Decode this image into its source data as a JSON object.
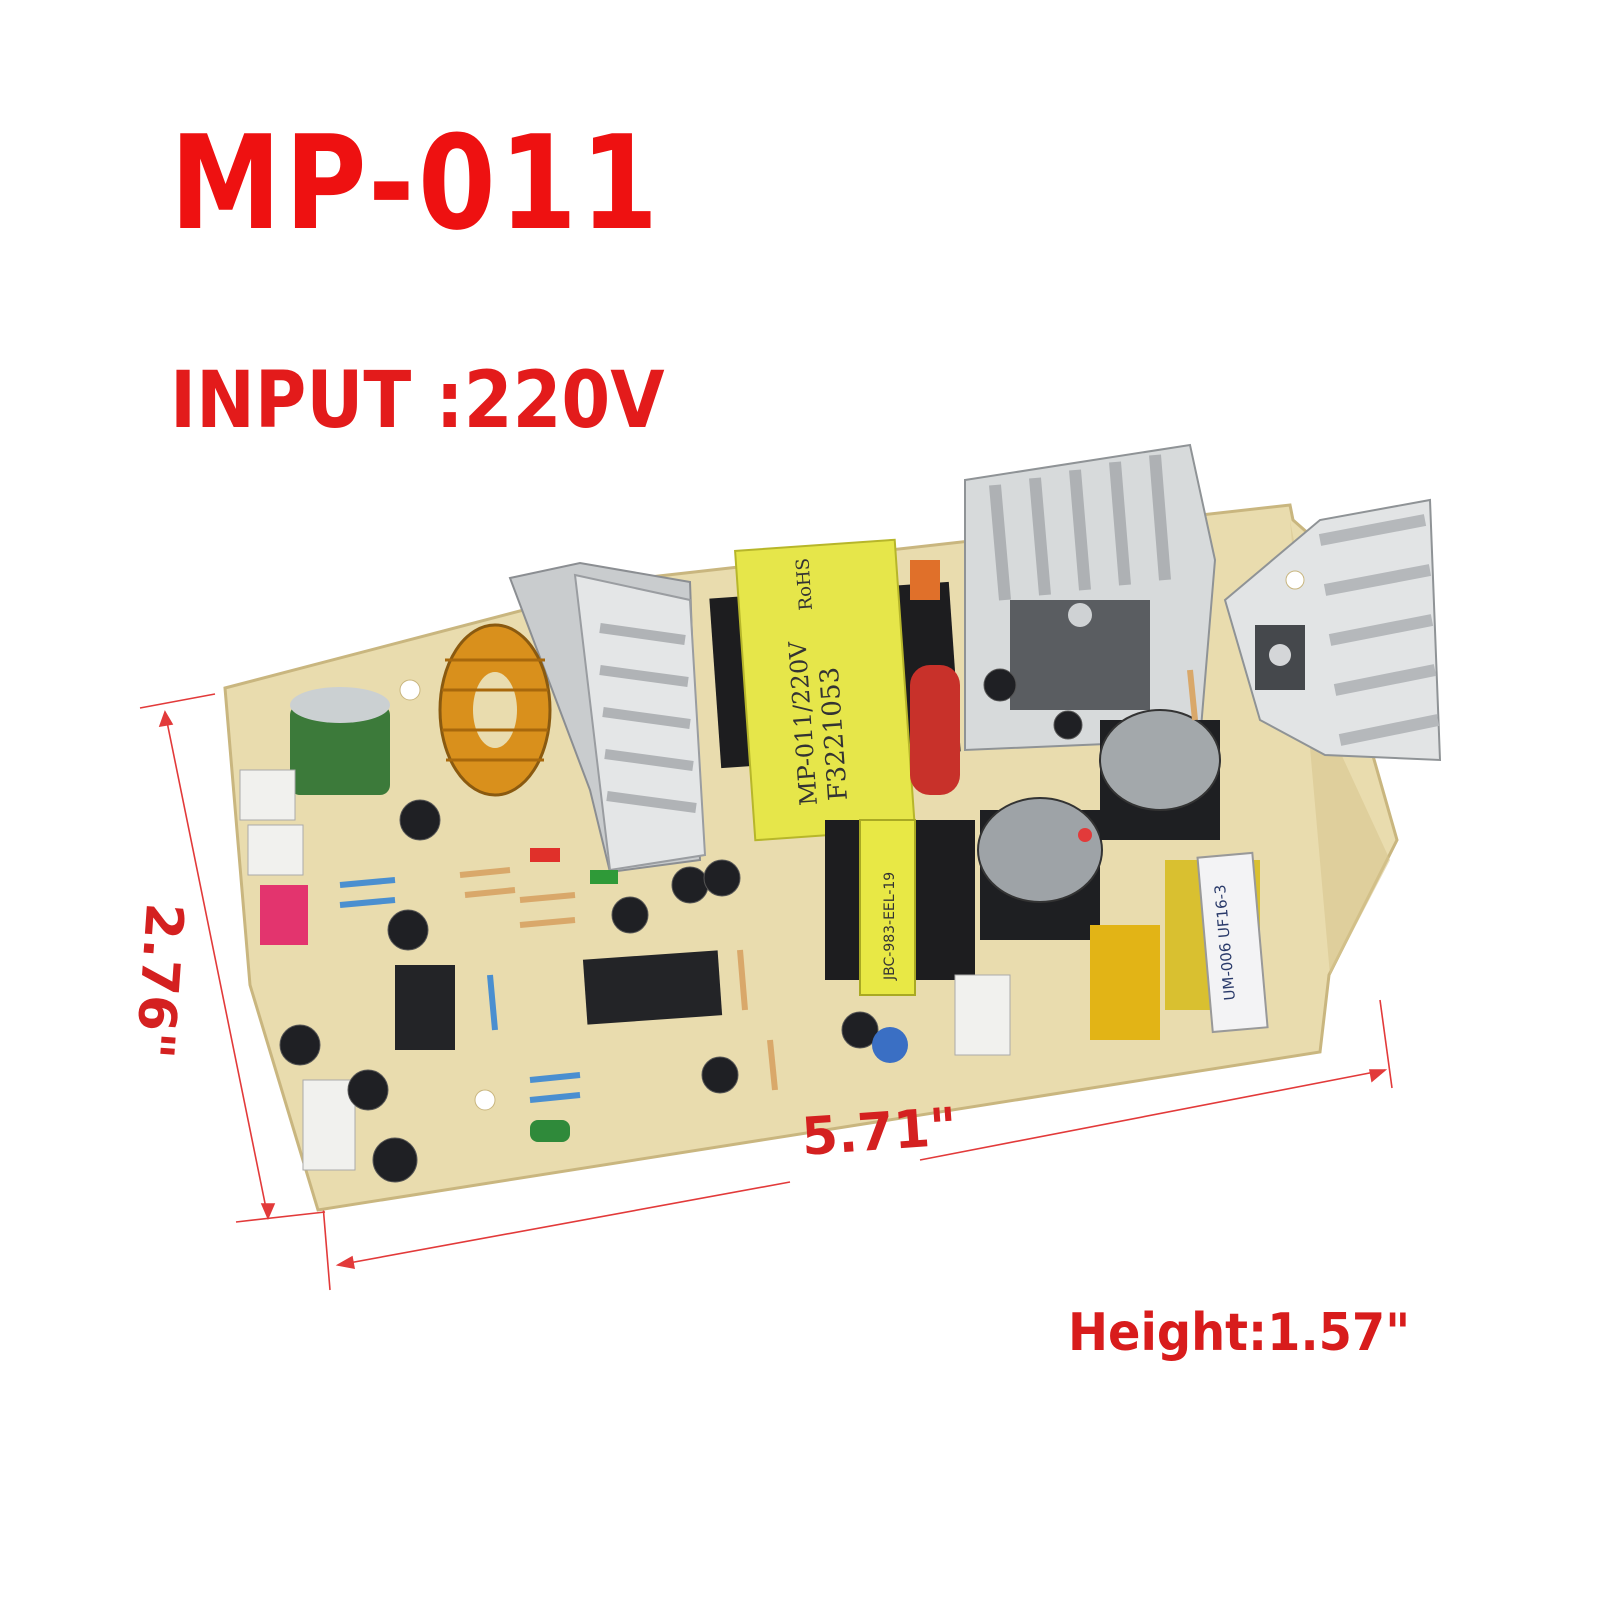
{
  "title": "MP-011",
  "input_label": "INPUT :220V",
  "dimensions": {
    "width_label": "5.71\"",
    "depth_label": "2.76\"",
    "height_label": "Height:1.57\""
  },
  "board_markings": {
    "transformer_main": [
      "MP-011/220V",
      "F3221053",
      "RoHS"
    ],
    "transformer_aux": "JBC-983-EEL-19",
    "transformer_right": "UM-006 UF16-3"
  },
  "colors": {
    "title_red": "#ee1111",
    "pcb": "#e9dcae",
    "heatsink": "#d7dadb",
    "transformer_yellow": "#e6e64a"
  }
}
